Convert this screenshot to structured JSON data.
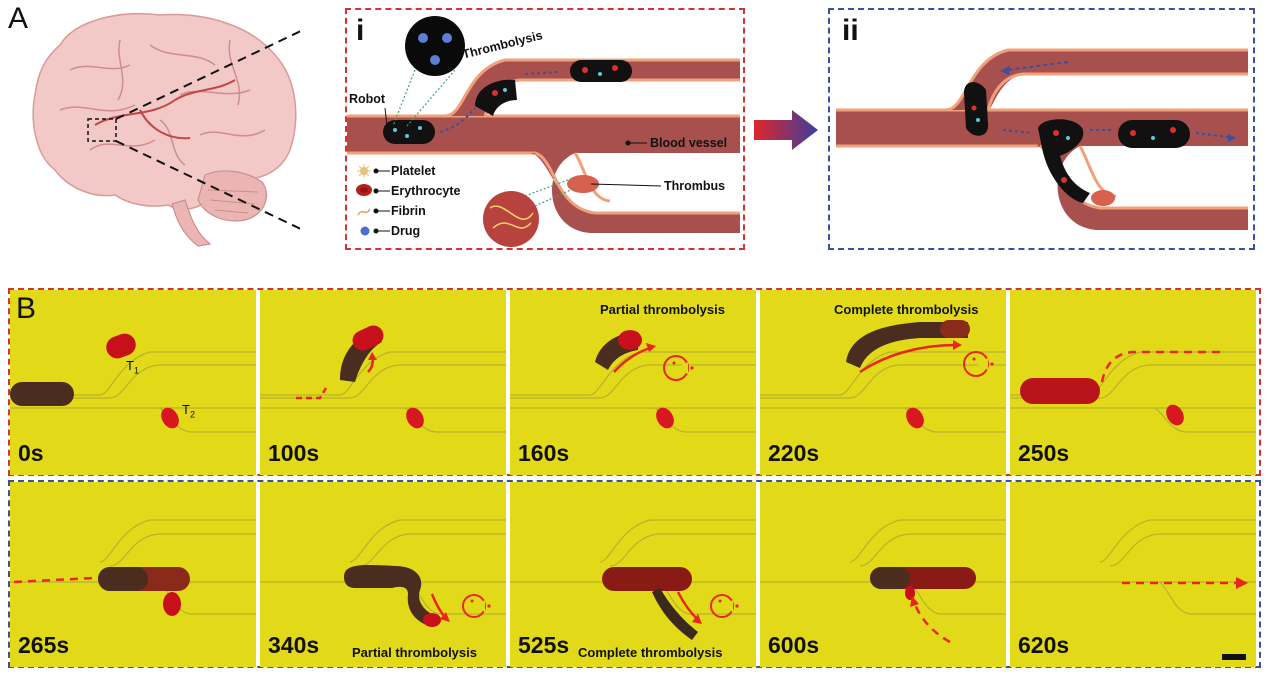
{
  "panel_a": {
    "letter": "A",
    "sub_i": "i",
    "sub_ii": "ii",
    "labels": {
      "robot": "Robot",
      "thrombolysis": "Thrombolysis",
      "blood_vessel": "Blood vessel",
      "thrombus": "Thrombus"
    },
    "legend": [
      {
        "label": "Platelet",
        "icon": "platelet-icon"
      },
      {
        "label": "Erythrocyte",
        "icon": "erythrocyte-icon"
      },
      {
        "label": "Fibrin",
        "icon": "fibrin-icon"
      },
      {
        "label": "Drug",
        "icon": "drug-icon"
      }
    ],
    "colors": {
      "box_i": "#d8322e",
      "box_ii": "#3d4f9e",
      "vessel": "#a8504e",
      "vessel_edge": "#f0a07a"
    }
  },
  "panel_b": {
    "letter": "B",
    "t1": {
      "letter": "T",
      "sub": "1"
    },
    "t2": {
      "letter": "T",
      "sub": "2"
    },
    "frames": [
      {
        "time": "0s",
        "caption": ""
      },
      {
        "time": "100s",
        "caption": ""
      },
      {
        "time": "160s",
        "caption": "Partial thrombolysis"
      },
      {
        "time": "220s",
        "caption": "Complete thrombolysis"
      },
      {
        "time": "250s",
        "caption": ""
      },
      {
        "time": "265s",
        "caption": ""
      },
      {
        "time": "340s",
        "caption": "Partial thrombolysis"
      },
      {
        "time": "525s",
        "caption": "Complete thrombolysis"
      },
      {
        "time": "600s",
        "caption": ""
      },
      {
        "time": "620s",
        "caption": ""
      }
    ],
    "colors": {
      "background": "#e2da18",
      "row1_border": "#d8322e",
      "row2_border": "#3d4f9e",
      "arrow": "#e8261e"
    }
  }
}
